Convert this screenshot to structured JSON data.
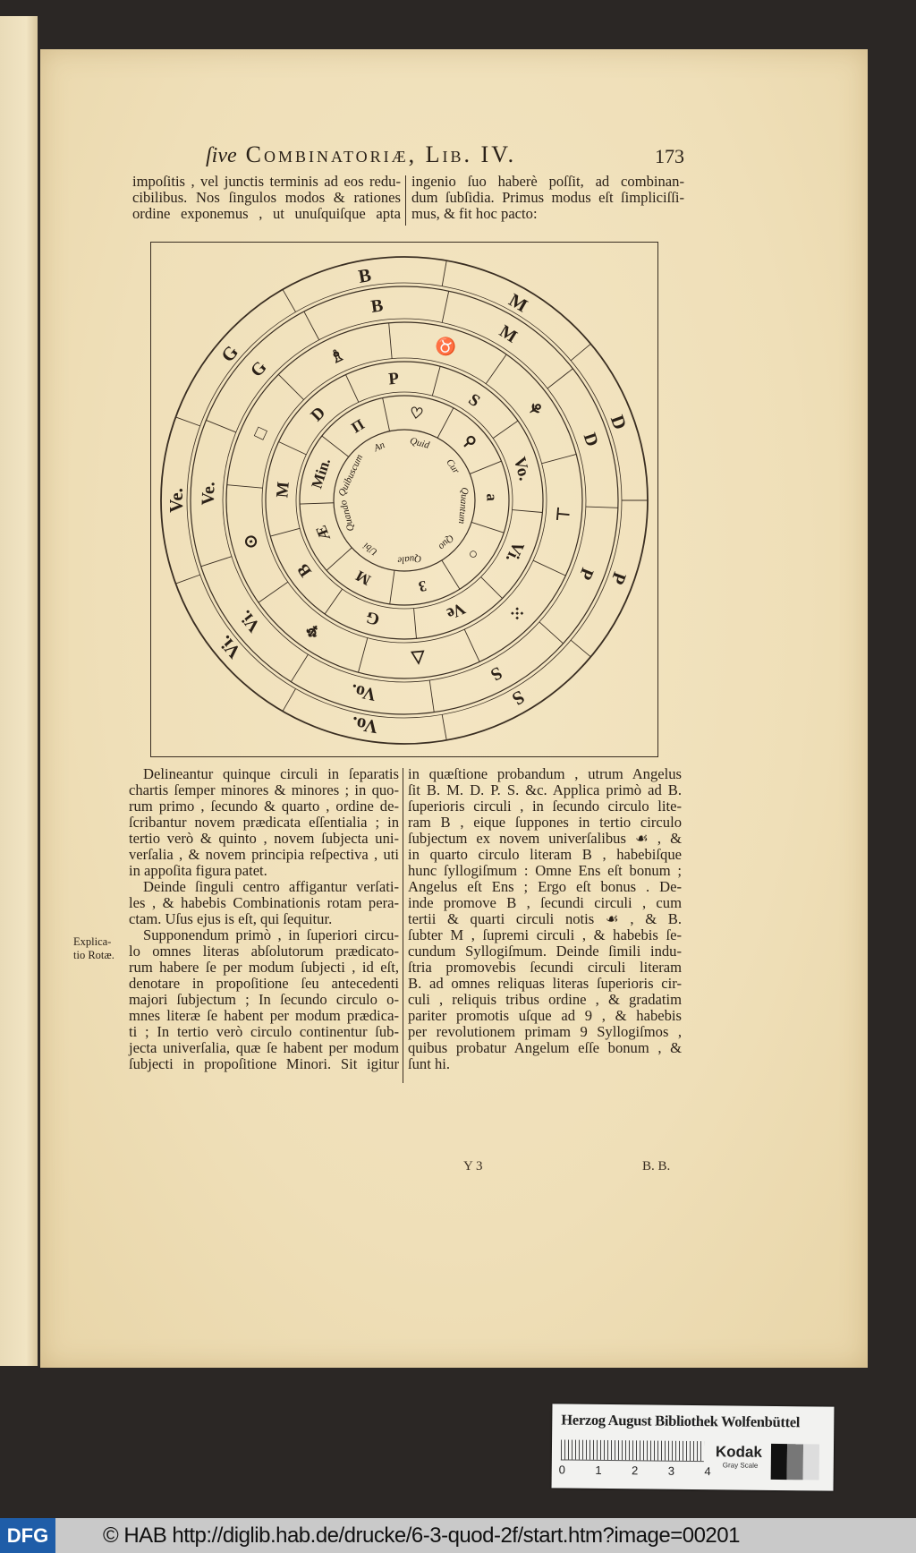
{
  "header": {
    "italic": "ſive",
    "title": "Combinatoriæ, Lib. IV.",
    "page_number": "173"
  },
  "top_left": {
    "lines": [
      {
        "t": "impoſitis , vel junctis terminis ad eos redu-"
      },
      {
        "t": "cibilibus.  Nos ſingulos modos & rationes"
      },
      {
        "t": "ordine exponemus , ut unuſquiſque apta"
      }
    ]
  },
  "top_right": {
    "lines": [
      {
        "t": "ingenio ſuo haberè poſſit, ad combinan-"
      },
      {
        "t": "dum ſubſidia.  Primus modus eſt ſimpliciſſi-"
      },
      {
        "t": "mus, & fit hoc pacto:",
        "last": true
      }
    ]
  },
  "figure": {
    "stroke_color": "#3a2e22",
    "rings": [
      {
        "labels": [
          "B",
          "M",
          "D",
          "P",
          "S",
          "Vo.",
          "Vi.",
          "Ve.",
          "G"
        ]
      },
      {
        "labels": [
          "B",
          "M",
          "D",
          "P",
          "S",
          "Vo.",
          "Vi.",
          "Ve.",
          "G"
        ]
      },
      {
        "labels": [
          "♉",
          "⚘",
          "⊥",
          "⁙",
          "△",
          "♆",
          "⊙",
          "□",
          "♗"
        ],
        "icons": [
          "ox-icon",
          "plant-icon",
          "anvil-icon",
          "dots-icon",
          "triangle-icon",
          "winged-head-icon",
          "sun-icon",
          "square-icon",
          "figure-icon"
        ]
      },
      {
        "labels": [
          "P",
          "S",
          "Vo.",
          "Vi.",
          "Ve",
          "G",
          "B",
          "M",
          "D"
        ]
      },
      {
        "labels": [
          "♡",
          "⚲",
          "a",
          "○",
          "3",
          "M",
          "Æ",
          "Min.",
          "Π"
        ]
      },
      {
        "labels": [
          "Quid",
          "Cur",
          "Quantum",
          "Quo",
          "Quale",
          "Ubi",
          "Quando",
          "Quibuscum",
          "An"
        ]
      }
    ]
  },
  "bottom_left": {
    "lines": [
      {
        "t": "Delineantur quinque circuli in ſeparatis",
        "indent": true
      },
      {
        "t": "chartis ſemper minores & minores ; in quo-"
      },
      {
        "t": "rum primo , ſecundo & quarto , ordine de-"
      },
      {
        "t": "ſcribantur novem prædicata eſſentialia ;  in"
      },
      {
        "t": "tertio verò & quinto , novem ſubjecta uni-"
      },
      {
        "t": "verſalia , & novem principia reſpectiva , uti"
      },
      {
        "t": "in appoſita figura patet.",
        "last": true
      },
      {
        "t": "Deinde ſinguli centro affigantur verſati-",
        "indent": true
      },
      {
        "t": "les ,  & habebis Combinationis rotam pera-"
      },
      {
        "t": "ctam.  Uſus ejus is eſt, qui ſequitur.",
        "last": true
      },
      {
        "t": "Supponendum primò , in ſuperiori circu-",
        "indent": true
      },
      {
        "t": "lo  omnes  literas  abſolutorum  prædicato-"
      },
      {
        "t": "rum habere ſe per modum ſubjecti , id eſt,"
      },
      {
        "t": "denotare  in  propoſitione  ſeu  antecedenti"
      },
      {
        "t": "majori ſubjectum ;  In ſecundo circulo o-"
      },
      {
        "t": "mnes literæ ſe habent  per modum prædica-"
      },
      {
        "t": "ti ;  In tertio verò circulo continentur ſub-"
      },
      {
        "t": "jecta univerſalia, quæ ſe habent per modum"
      },
      {
        "t": "ſubjecti in propoſitione Minori.  Sit igitur"
      }
    ]
  },
  "bottom_right": {
    "lines": [
      {
        "t": "in quæſtione probandum , utrum Angelus"
      },
      {
        "t": "ſit B. M. D. P. S. &c.  Applica primò ad B."
      },
      {
        "t": "ſuperioris circuli , in ſecundo circulo lite-"
      },
      {
        "t": "ram B  ,  eique ſuppones in tertio circulo"
      },
      {
        "t": "ſubjectum ex novem univerſalibus ☙ ,  &"
      },
      {
        "t": "in quarto circulo literam B , habebiſque"
      },
      {
        "t": "hunc ſyllogiſmum :  Omne Ens eſt bonum ;"
      },
      {
        "t": "Angelus eſt Ens ;  Ergo eſt bonus .  De-"
      },
      {
        "t": "inde promove B  ,  ſecundi circuli ,  cum"
      },
      {
        "t": "tertii & quarti circuli notis ☙  ,  & B."
      },
      {
        "t": "ſubter M ,  ſupremi circuli , & habebis ſe-"
      },
      {
        "t": "cundum Syllogiſmum.  Deinde ſimili indu-"
      },
      {
        "t": "ſtria promovebis ſecundi circuli literam"
      },
      {
        "t": "B. ad omnes reliquas literas ſuperioris cir-"
      },
      {
        "t": "culi  , reliquis tribus ordine , & gradatim"
      },
      {
        "t": "pariter promotis uſque ad 9 ,  & habebis"
      },
      {
        "t": "per revolutionem  primam 9 Syllogiſmos ,"
      },
      {
        "t": "quibus probatur Angelum eſſe bonum , &"
      },
      {
        "t": "ſunt hi.",
        "last": true
      }
    ]
  },
  "sidenote": {
    "line1": "Explica-",
    "line2": "tio Rotæ."
  },
  "catchwords": {
    "signature": "Y 3",
    "catchword": "B. B."
  },
  "label": {
    "library": "Herzog August Bibliothek Wolfenbüttel",
    "ruler_numbers": [
      "0",
      "1",
      "2",
      "3",
      "4"
    ],
    "brand": "Kodak",
    "gray_scale": "Gray Scale"
  },
  "footer": {
    "logo": "DFG",
    "copyright": "© HAB http://diglib.hab.de/drucke/6-3-quod-2f/start.htm?image=00201",
    "logo_color": "#1f5da8"
  }
}
